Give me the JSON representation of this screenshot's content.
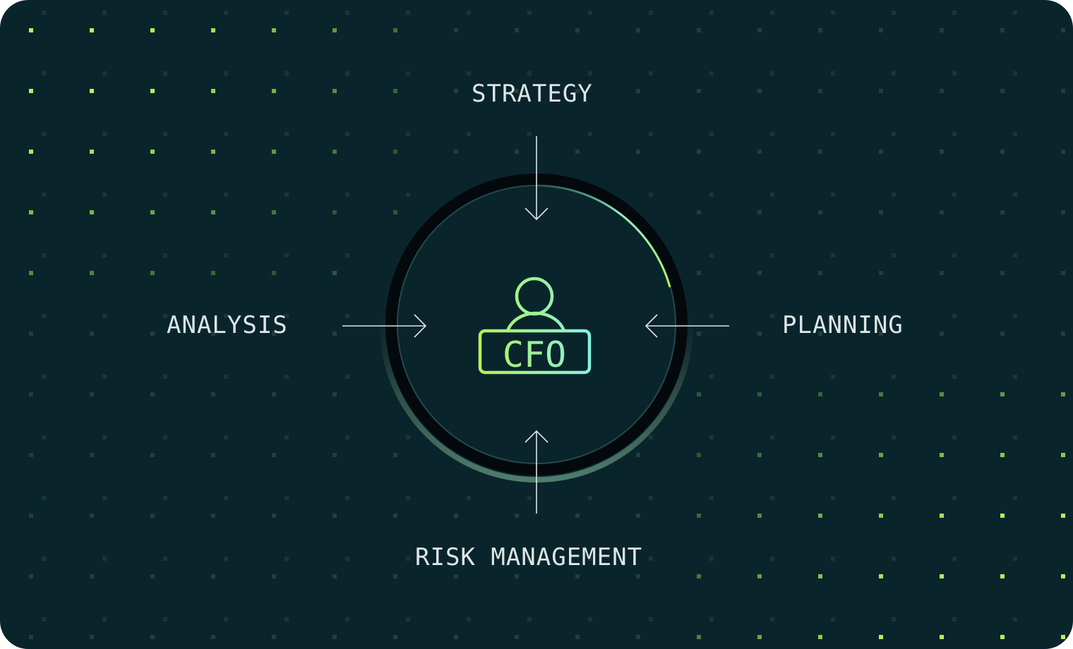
{
  "labels": {
    "top": "STRATEGY",
    "left": "ANALYSIS",
    "right": "PLANNING",
    "bottom": "RISK MANAGEMENT"
  },
  "center": {
    "badge_text": "CFO",
    "icon": "person-icon"
  },
  "colors": {
    "background": "#0a242c",
    "accent_green": "#b4f25a",
    "accent_cyan": "#7ff0d8",
    "text": "#dde6e4",
    "ring": "#03090d"
  }
}
